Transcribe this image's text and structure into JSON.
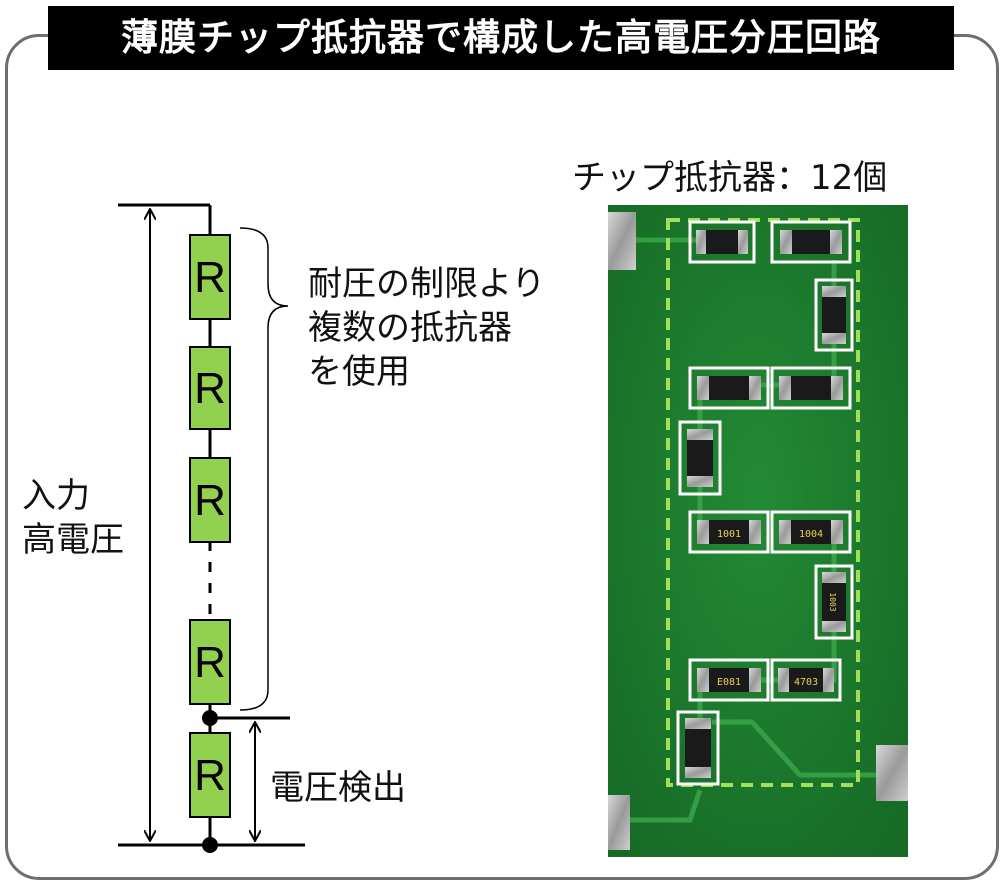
{
  "title": "薄膜チップ抵抗器で構成した高電圧分圧回路",
  "circuit": {
    "resistor_label": "R",
    "input_label_line1": "入力",
    "input_label_line2": "高電圧",
    "bracket_note_line1": "耐圧の制限より",
    "bracket_note_line2": "複数の抵抗器",
    "bracket_note_line3": "を使用",
    "detect_label": "電圧検出"
  },
  "photo": {
    "caption": "チップ抵抗器：12個",
    "chip_codes": [
      "1001",
      "1004",
      "1003",
      "4703",
      "E081"
    ]
  },
  "colors": {
    "resistor_fill": "#92d050",
    "pcb_green": "#1e7a2e",
    "outline_dash": "#9ee05a",
    "title_bg": "#000000"
  }
}
